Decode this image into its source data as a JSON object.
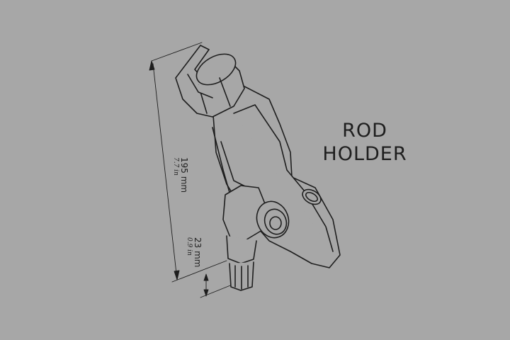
{
  "title": {
    "line1": "ROD",
    "line2": "HOLDER"
  },
  "dimensions": {
    "height": {
      "metric": "195 mm",
      "imperial": "7.7 in"
    },
    "base": {
      "metric": "23 mm",
      "imperial": "0.9 in"
    }
  },
  "colors": {
    "background": "#a7a7a7",
    "line": "#1e1e1e"
  }
}
